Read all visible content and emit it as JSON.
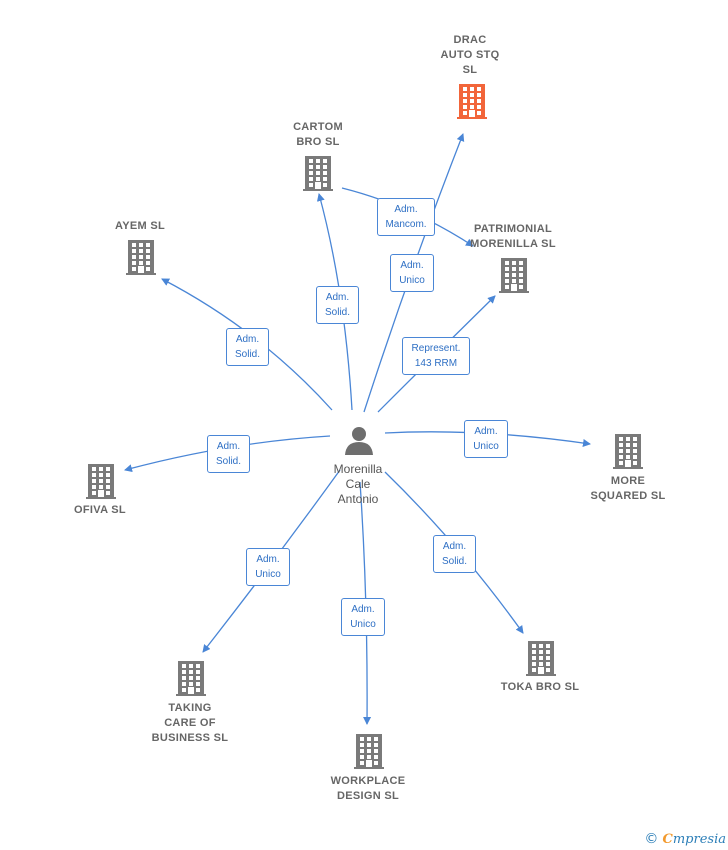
{
  "colors": {
    "edge": "#4a86d6",
    "building": "#7a7a7a",
    "building_main": "#f2653a",
    "person": "#6e6e6e"
  },
  "center": {
    "label": "Morenilla\nCale\nAntonio",
    "icon": "person-icon"
  },
  "companies": [
    {
      "id": "drac",
      "label": "DRAC\nAUTO STQ\nSL",
      "main": true
    },
    {
      "id": "cartom",
      "label": "CARTOM\nBRO  SL"
    },
    {
      "id": "patrimonial",
      "label": "PATRIMONIAL\nMORENILLA SL"
    },
    {
      "id": "ayem",
      "label": "AYEM  SL"
    },
    {
      "id": "oftiva",
      "label": "OFIVA SL"
    },
    {
      "id": "more",
      "label": "MORE\nSQUARED  SL"
    },
    {
      "id": "toka",
      "label": "TOKA BRO  SL"
    },
    {
      "id": "taking",
      "label": "TAKING\nCARE OF\nBUSINESS  SL"
    },
    {
      "id": "workplace",
      "label": "WORKPLACE\nDESIGN SL"
    }
  ],
  "edges": [
    {
      "id": "e_drac",
      "label": "Adm.\nUnico"
    },
    {
      "id": "e_cartom",
      "label": "Adm.\nSolid."
    },
    {
      "id": "e_cartom_patr",
      "label": "Adm.\nMancom."
    },
    {
      "id": "e_patr",
      "label": "Represent.\n143 RRM"
    },
    {
      "id": "e_ayem",
      "label": "Adm.\nSolid."
    },
    {
      "id": "e_oftiva",
      "label": "Adm.\nSolid."
    },
    {
      "id": "e_more",
      "label": "Adm.\nUnico"
    },
    {
      "id": "e_toka",
      "label": "Adm.\nSolid."
    },
    {
      "id": "e_taking",
      "label": "Adm.\nUnico"
    },
    {
      "id": "e_workplace",
      "label": "Adm.\nUnico"
    }
  ],
  "footer": {
    "copyright": "©",
    "brand_first": "C",
    "brand_rest": "mpresia"
  }
}
